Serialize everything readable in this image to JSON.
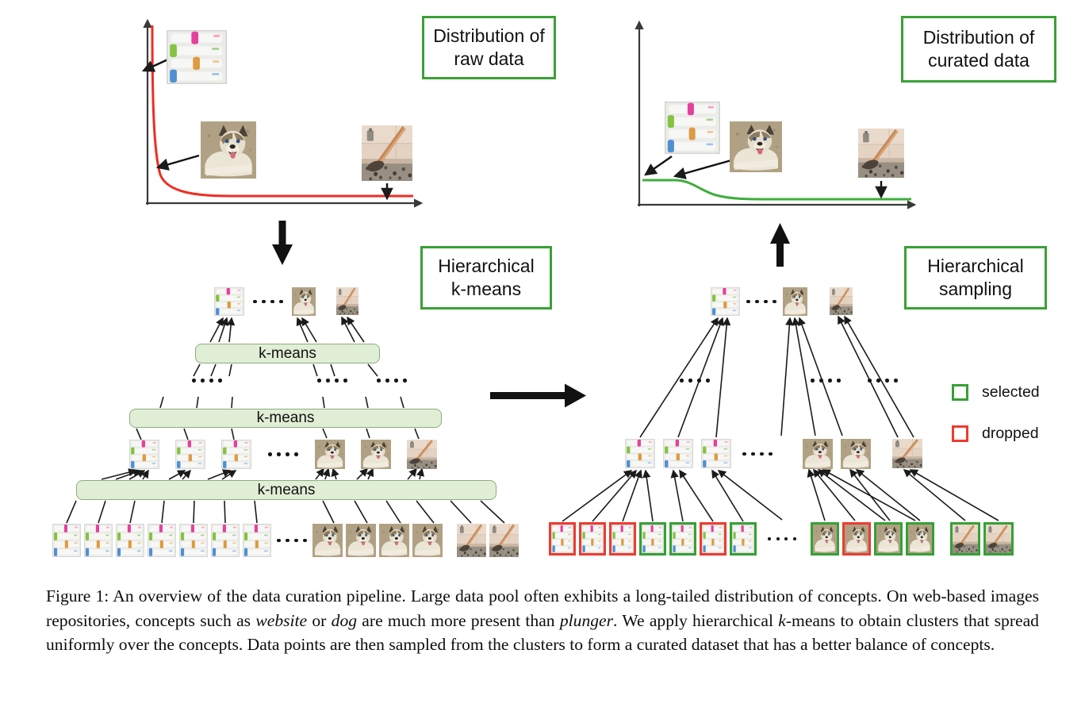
{
  "plots": {
    "raw": {
      "label_line1": "Distribution of",
      "label_line2": "raw data"
    },
    "curated": {
      "label_line1": "Distribution of",
      "label_line2": "curated data"
    }
  },
  "boxes": {
    "kmeans": {
      "line1": "Hierarchical",
      "line2": "k-means"
    },
    "sampling": {
      "line1": "Hierarchical",
      "line2": "sampling"
    }
  },
  "kmeans_bar_label": "k-means",
  "legend": {
    "selected_label": "selected",
    "dropped_label": "dropped",
    "selected_color": "#35a135",
    "dropped_color": "#ee3b30"
  },
  "colors": {
    "raw_curve": "#ee2e24",
    "curated_curve": "#3fae3c",
    "box_border": "#3aa135",
    "kmeans_bar_fill": "#e1eed6",
    "kmeans_bar_border": "#8aad7c"
  },
  "left_tree": {
    "top": [
      "website",
      "dots",
      "dog",
      "plunger"
    ],
    "middle": [
      "website",
      "website",
      "website",
      "dots",
      "dog",
      "dog",
      "plunger"
    ],
    "bottom": [
      "website",
      "website",
      "website",
      "website",
      "website",
      "website",
      "website",
      "dots",
      "dog",
      "dog",
      "dog",
      "dog",
      "plunger",
      "plunger"
    ]
  },
  "right_tree": {
    "top": [
      "website",
      "dots",
      "dog",
      "plunger"
    ],
    "middle": [
      "website",
      "website",
      "website",
      "dots",
      "dog",
      "dog",
      "plunger"
    ],
    "bottom": [
      {
        "type": "website",
        "status": "dropped"
      },
      {
        "type": "website",
        "status": "dropped"
      },
      {
        "type": "website",
        "status": "dropped"
      },
      {
        "type": "website",
        "status": "selected"
      },
      {
        "type": "website",
        "status": "selected"
      },
      {
        "type": "website",
        "status": "dropped"
      },
      {
        "type": "website",
        "status": "selected"
      },
      "dots",
      {
        "type": "dog",
        "status": "selected"
      },
      {
        "type": "dog",
        "status": "dropped"
      },
      {
        "type": "dog",
        "status": "selected"
      },
      {
        "type": "dog",
        "status": "selected"
      },
      {
        "type": "plunger",
        "status": "selected"
      },
      {
        "type": "plunger",
        "status": "selected"
      }
    ]
  },
  "caption": {
    "s1": "Figure 1: An overview of the data curation pipeline. Large data pool often exhibits a long-tailed distribution of concepts. On web-based images repositories, concepts such as ",
    "s2": "website",
    "s3": " or ",
    "s4": "dog",
    "s5": " are much more present than ",
    "s6": "plunger",
    "s7": ". We apply hierarchical ",
    "s8": "k",
    "s9": "-means to obtain clusters that spread uniformly over the concepts. Data points are then sampled from the clusters to form a curated dataset that has a better balance of concepts."
  }
}
